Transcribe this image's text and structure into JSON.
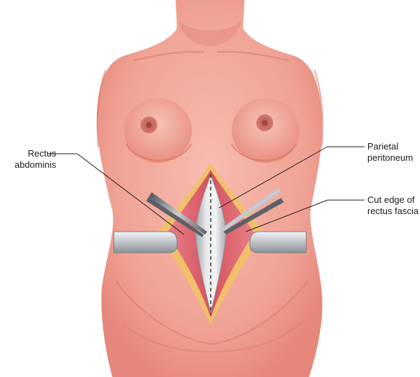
{
  "labels": {
    "rectus_abdominis": {
      "line1": "Rectus",
      "line2": "abdominis"
    },
    "parietal_peritoneum": {
      "line1": "Parietal",
      "line2": "peritoneum"
    },
    "cut_edge_fascia": {
      "line1": "Cut edge of",
      "line2": "rectus fascia"
    }
  },
  "colors": {
    "skin": "#f2a79a",
    "skin_shadow": "#e07f72",
    "muscle": "#d9545c",
    "fat": "#f3c36f",
    "peritoneum": "#d8dade",
    "retractor": "#c9ccd1",
    "leader_line": "#1a1a1a"
  }
}
